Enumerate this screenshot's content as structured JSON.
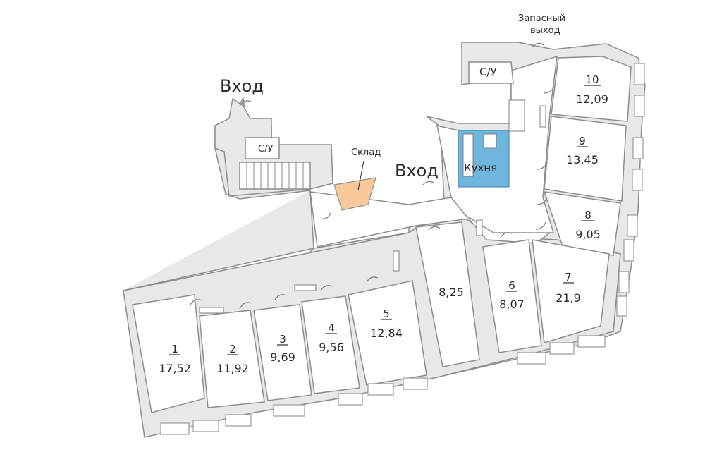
{
  "labels": {
    "entrance_left": "Вход",
    "entrance_center": "Вход",
    "emergency_exit_line1": "Запасный",
    "emergency_exit_line2": "выход",
    "storage": "Склад",
    "kitchen": "Кухня",
    "wc_left": "С/У",
    "wc_right": "С/У"
  },
  "colors": {
    "kitchen_fill": "#6fb6dc",
    "storage_fill": "#f6c89a",
    "wall": "#e8e8e8",
    "outline": "#8d8d8d"
  },
  "rooms": [
    {
      "number": "1",
      "area": "17,52"
    },
    {
      "number": "2",
      "area": "11,92"
    },
    {
      "number": "3",
      "area": "9,69"
    },
    {
      "number": "4",
      "area": "9,56"
    },
    {
      "number": "5",
      "area": "12,84"
    },
    {
      "number": "",
      "area": "8,25"
    },
    {
      "number": "6",
      "area": "8,07"
    },
    {
      "number": "7",
      "area": "21,9"
    },
    {
      "number": "8",
      "area": "9,05"
    },
    {
      "number": "9",
      "area": "13,45"
    },
    {
      "number": "10",
      "area": "12,09"
    }
  ]
}
